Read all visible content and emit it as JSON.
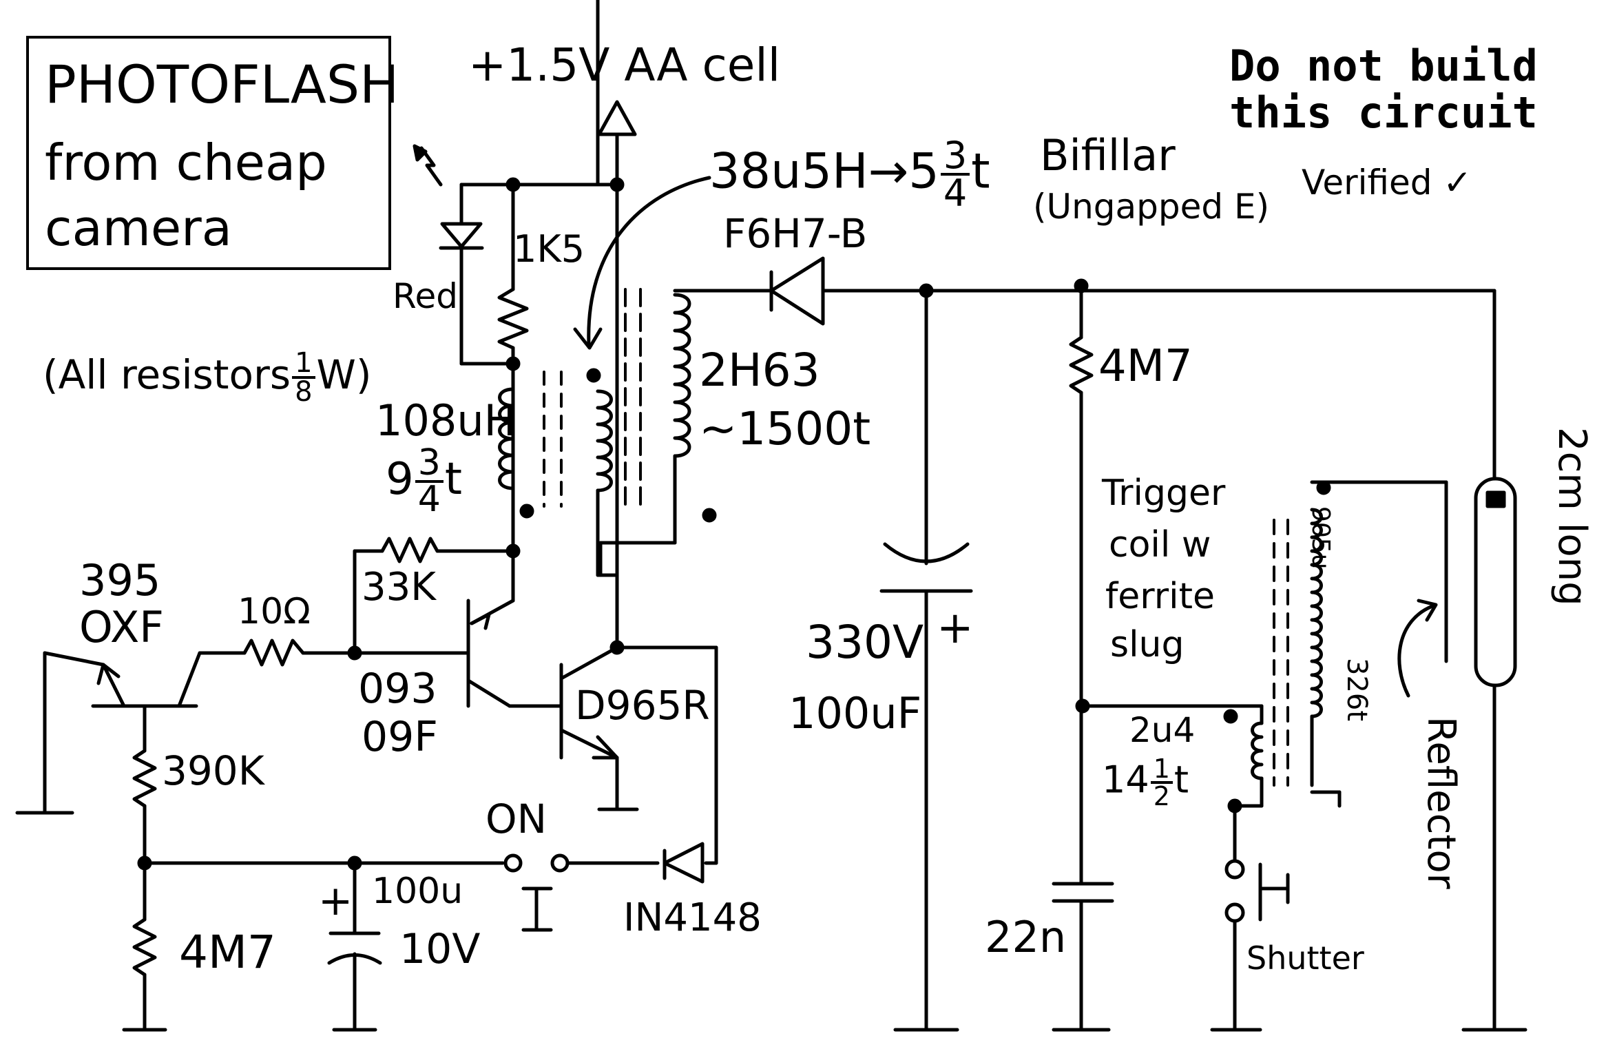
{
  "title": {
    "line1": "PHOTOFLASH",
    "line2": "from cheap",
    "line3": "camera"
  },
  "supply": "+1.5V AA cell",
  "warning": {
    "line1": "Do not build",
    "line2": "this circuit",
    "note": "Verified ✓"
  },
  "transformer": {
    "spec": "38u5H→5",
    "frac_num": "3",
    "frac_den": "4",
    "turns_suffix": "t",
    "winding": "Bifillar",
    "core": "(Ungapped E)",
    "primary_l": "108uH",
    "primary_t_whole": "9",
    "primary_t_num": "3",
    "primary_t_den": "4",
    "primary_t_suffix": "t",
    "secondary_l": "2H63",
    "secondary_t": "~1500t"
  },
  "led": {
    "color_label": "Red"
  },
  "resistors": {
    "led_r": "1K5",
    "base_r": "33K",
    "r10": "10Ω",
    "r390k": "390K",
    "r4m7_left": "4M7",
    "r4m7_bleed": "4M7"
  },
  "resistor_note": {
    "text": "(All resistors",
    "frac_num": "1",
    "frac_den": "8",
    "suffix": "W)"
  },
  "transistors": {
    "q_pnp_line1": "395",
    "q_pnp_line2": "OXF",
    "q_driver_line1": "093",
    "q_driver_line2": "09F",
    "q_power": "D965R"
  },
  "diodes": {
    "hv": "F6H7-B",
    "signal": "IN4148"
  },
  "switch_on": "ON",
  "cap_small": {
    "value": "100u",
    "voltage": "10V",
    "polarity": "+"
  },
  "cap_main": {
    "voltage": "330V",
    "value": "100uF",
    "polarity": "+"
  },
  "trigger": {
    "desc_line1": "Trigger",
    "desc_line2": "coil w",
    "desc_line3": "ferrite",
    "desc_line4": "slug",
    "primary_l": "2u4",
    "primary_t_whole": "14",
    "primary_t_num": "1",
    "primary_t_den": "2",
    "primary_t_suffix": "t",
    "secondary_l": "905u",
    "secondary_t": "326t",
    "cap": "22n"
  },
  "shutter": "Shutter",
  "reflector": "Reflector",
  "tube_length": "2cm long"
}
